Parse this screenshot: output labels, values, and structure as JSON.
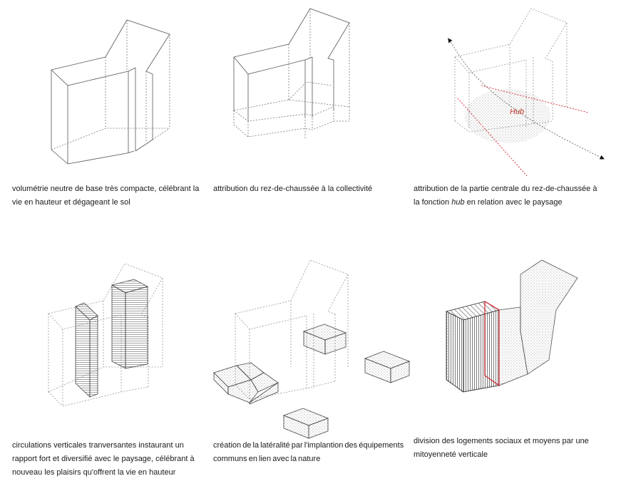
{
  "panels": [
    {
      "caption_lines": [
        "volumétrie neutre de base très compacte, célébrant la",
        "vie en hauteur et dégageant le sol"
      ]
    },
    {
      "caption_lines": [
        "attribution du rez-de-chaussée à la collectivité"
      ]
    },
    {
      "caption_lines": [
        "attribution de la partie centrale du rez-de-chaussée à",
        "la fonction",
        "hub",
        "en relation avec le paysage"
      ],
      "hub_label": "Hub"
    },
    {
      "caption_lines": [
        "circulations verticales tranversantes instaurant un",
        "rapport fort et diversifié avec le paysage, célébrant à",
        "nouveau les plaisirs qu'offrent la vie en hauteur"
      ]
    },
    {
      "caption_lines": [
        "création de la latéralité par l'implantion des équipements",
        "communs en lien avec la nature"
      ]
    },
    {
      "caption_lines": [
        "division des logements sociaux et moyens par une",
        "mitoyenneté verticale"
      ]
    }
  ],
  "colors": {
    "line": "#555555",
    "accent": "#d0202a",
    "text": "#1a1a1a"
  }
}
